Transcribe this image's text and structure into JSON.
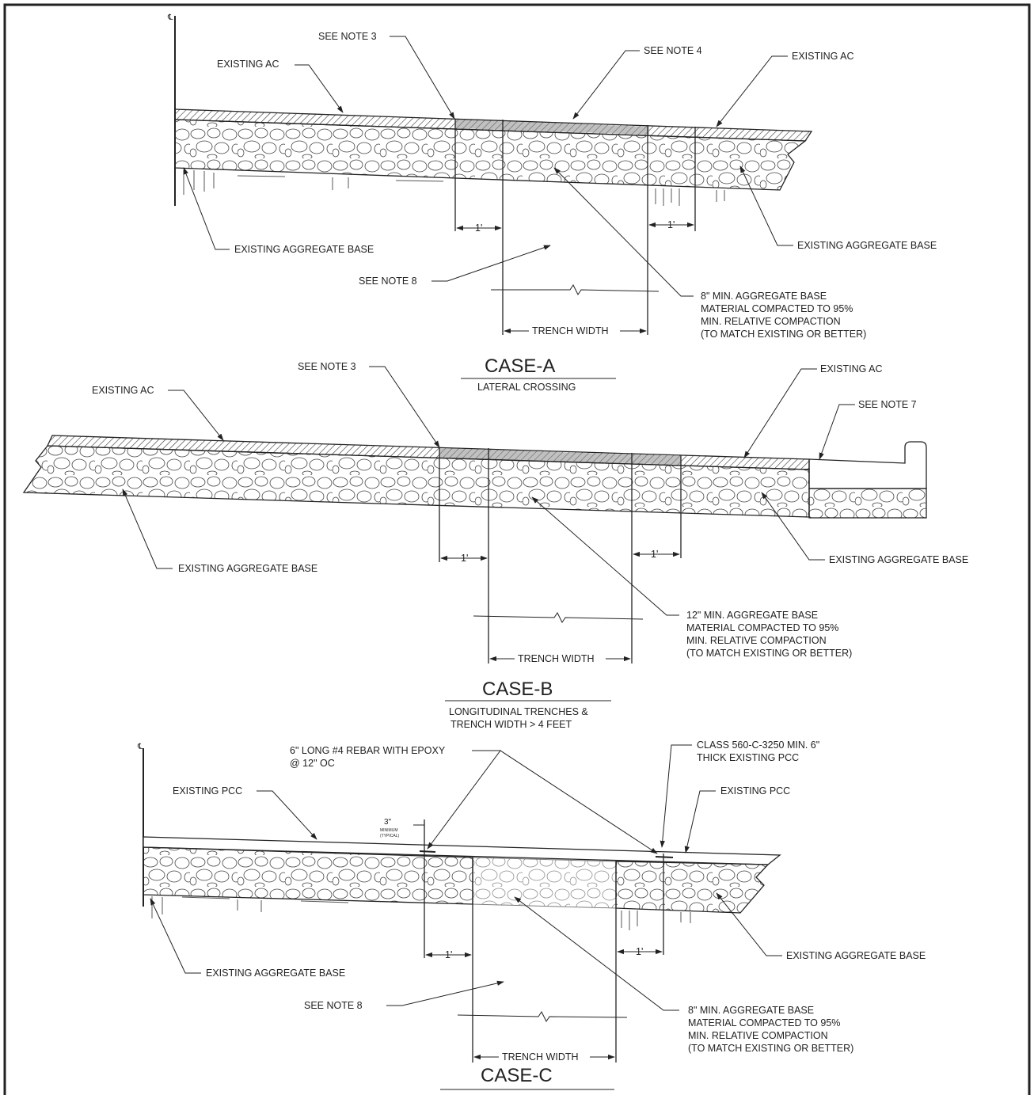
{
  "case_a": {
    "title": "CASE-A",
    "subtitle": "LATERAL CROSSING",
    "note_3": "SEE NOTE 3",
    "note_4": "SEE NOTE 4",
    "note_8": "SEE NOTE 8",
    "existing_ac_left": "EXISTING AC",
    "existing_ac_right": "EXISTING AC",
    "agg_base_left": "EXISTING AGGREGATE BASE",
    "agg_base_right": "EXISTING AGGREGATE BASE",
    "one_foot_left": "1'",
    "one_foot_right": "1'",
    "trench_width": "TRENCH WIDTH",
    "spec": [
      "8\" MIN. AGGREGATE BASE",
      "MATERIAL COMPACTED TO 95%",
      "MIN. RELATIVE COMPACTION",
      "(TO MATCH EXISTING OR BETTER)"
    ]
  },
  "case_b": {
    "title": "CASE-B",
    "subtitle": [
      "LONGITUDINAL TRENCHES &",
      "TRENCH WIDTH > 4 FEET"
    ],
    "note_3": "SEE NOTE 3",
    "note_7": "SEE NOTE 7",
    "existing_ac_left": "EXISTING AC",
    "existing_ac_right": "EXISTING AC",
    "agg_base_left": "EXISTING AGGREGATE BASE",
    "agg_base_right": "EXISTING AGGREGATE BASE",
    "one_foot_left": "1'",
    "one_foot_right": "1'",
    "trench_width": "TRENCH WIDTH",
    "spec": [
      "12\" MIN. AGGREGATE BASE",
      "MATERIAL COMPACTED TO 95%",
      "MIN. RELATIVE COMPACTION",
      "(TO MATCH EXISTING OR BETTER)"
    ]
  },
  "case_c": {
    "title": "CASE-C",
    "rebar": [
      "6\" LONG #4 REBAR WITH EPOXY",
      "@ 12\" OC"
    ],
    "class_pcc": [
      "CLASS 560-C-3250 MIN. 6\"",
      "THICK EXISTING PCC"
    ],
    "existing_pcc_left": "EXISTING PCC",
    "existing_pcc_right": "EXISTING PCC",
    "min_3": "3\"",
    "min_3_note": [
      "MINIMUM",
      "(TYPICAL)"
    ],
    "agg_base_left": "EXISTING AGGREGATE BASE",
    "agg_base_right": "EXISTING AGGREGATE BASE",
    "note_8": "SEE NOTE 8",
    "one_foot_left": "1'",
    "one_foot_right": "1'",
    "trench_width": "TRENCH WIDTH",
    "spec": [
      "8\" MIN. AGGREGATE BASE",
      "MATERIAL COMPACTED TO 95%",
      "MIN. RELATIVE COMPACTION",
      "(TO MATCH EXISTING OR BETTER)"
    ]
  },
  "centerline_symbol": "℄"
}
